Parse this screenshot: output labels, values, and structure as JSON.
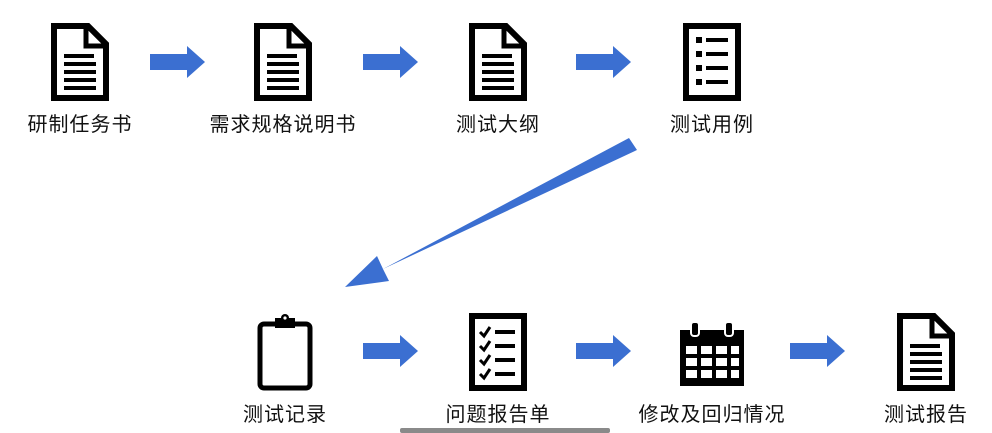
{
  "colors": {
    "arrow": "#3b6fd1",
    "icon": "#000000",
    "text": "#111111"
  },
  "steps": [
    {
      "label": "研制任务书",
      "icon": "document-icon"
    },
    {
      "label": "需求规格说明书",
      "icon": "document-icon"
    },
    {
      "label": "测试大纲",
      "icon": "document-icon"
    },
    {
      "label": "测试用例",
      "icon": "checklist-icon"
    },
    {
      "label": "测试记录",
      "icon": "clipboard-icon"
    },
    {
      "label": "问题报告单",
      "icon": "checkmark-list-icon"
    },
    {
      "label": "修改及回归情况",
      "icon": "calendar-icon"
    },
    {
      "label": "测试报告",
      "icon": "document-icon"
    }
  ]
}
